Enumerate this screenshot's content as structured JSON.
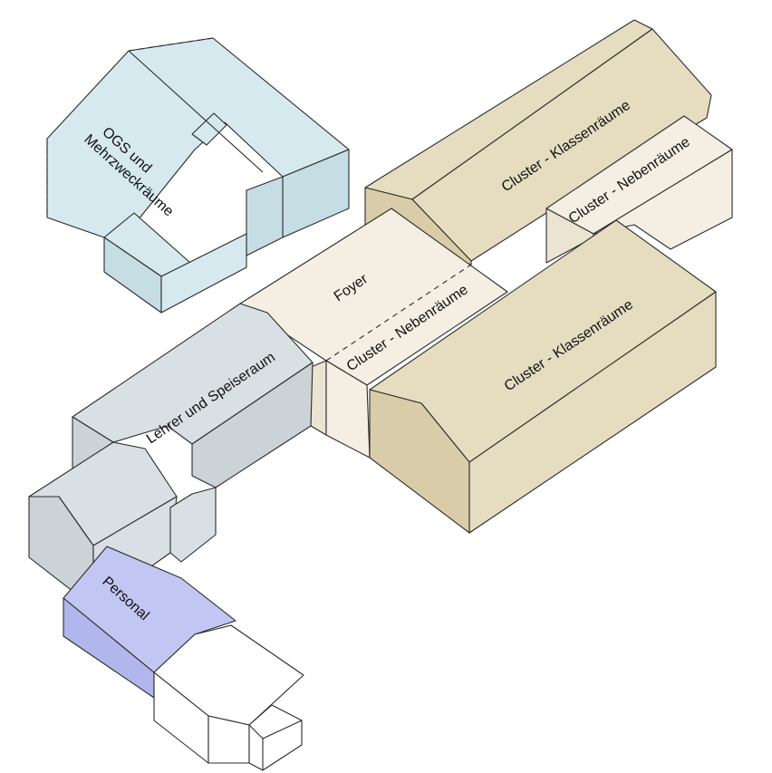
{
  "colors": {
    "ogs": "#d6e9ef",
    "ogs_shade": "#c7dde4",
    "foyer": "#f4efe2",
    "foyer_shade": "#ebe4d2",
    "cluster": "#e6dcc0",
    "cluster_shade": "#d9cda9",
    "lehrer": "#d9e0e3",
    "lehrer_shade": "#cbd3d7",
    "personal": "#c2c6f2",
    "personal_shade": "#b1b6ec",
    "white_block": "#ffffff"
  },
  "labels": {
    "ogs_line1": "OGS und",
    "ogs_line2": "Mehrzweckräume",
    "cluster_klassen_top": "Cluster - Klassenräume",
    "cluster_neben_right": "Cluster - Nebenräume",
    "foyer": "Foyer",
    "cluster_neben_center": "Cluster - Nebenräume",
    "cluster_klassen_bottom": "Cluster - Klassenräume",
    "lehrer": "Lehrer und Speiseraum",
    "personal": "Personal"
  }
}
